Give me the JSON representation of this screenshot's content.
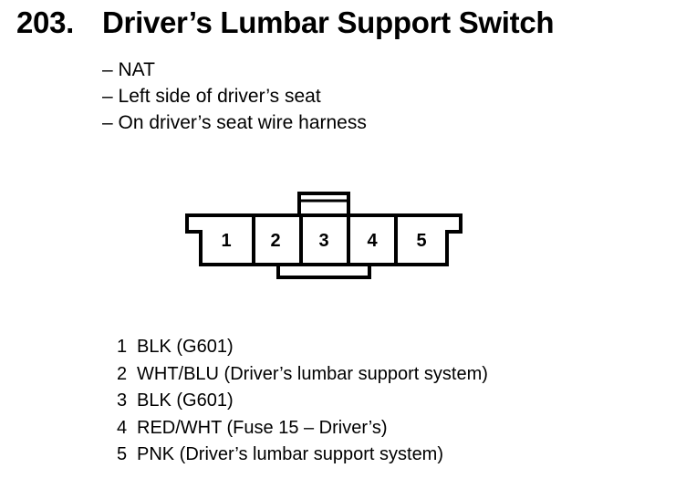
{
  "header": {
    "number": "203.",
    "title": "Driver’s Lumbar Support Switch"
  },
  "notes": [
    "– NAT",
    "– Left side of driver’s seat",
    "– On driver’s seat wire harness"
  ],
  "connector": {
    "cavities": [
      "1",
      "2",
      "3",
      "4",
      "5"
    ]
  },
  "pins": [
    {
      "num": "1",
      "desc": "BLK (G601)"
    },
    {
      "num": "2",
      "desc": "WHT/BLU (Driver’s lumbar support system)"
    },
    {
      "num": "3",
      "desc": "BLK (G601)"
    },
    {
      "num": "4",
      "desc": "RED/WHT (Fuse 15 – Driver’s)"
    },
    {
      "num": "5",
      "desc": "PNK (Driver’s lumbar support system)"
    }
  ]
}
